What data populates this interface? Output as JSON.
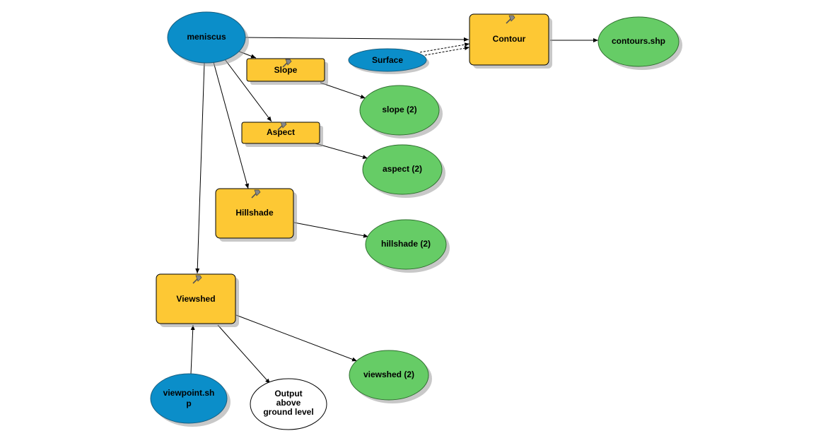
{
  "colors": {
    "input_data": "#0b8ec9",
    "tool": "#fdc834",
    "output_data": "#66cc66",
    "parameter": "#ffffff"
  },
  "inputs": {
    "meniscus": "meniscus",
    "surface": "Surface",
    "viewpoint_line1": "viewpoint.sh",
    "viewpoint_line2": "p"
  },
  "tools": {
    "contour": "Contour",
    "slope": "Slope",
    "aspect": "Aspect",
    "hillshade": "Hillshade",
    "viewshed": "Viewshed",
    "tool_icon": "hammer-icon"
  },
  "outputs": {
    "contours": "contours.shp",
    "slope": "slope (2)",
    "aspect": "aspect (2)",
    "hillshade": "hillshade (2)",
    "viewshed": "viewshed (2)"
  },
  "parameters": {
    "output_above_line1": "Output",
    "output_above_line2": "above",
    "output_above_line3": "ground level"
  }
}
